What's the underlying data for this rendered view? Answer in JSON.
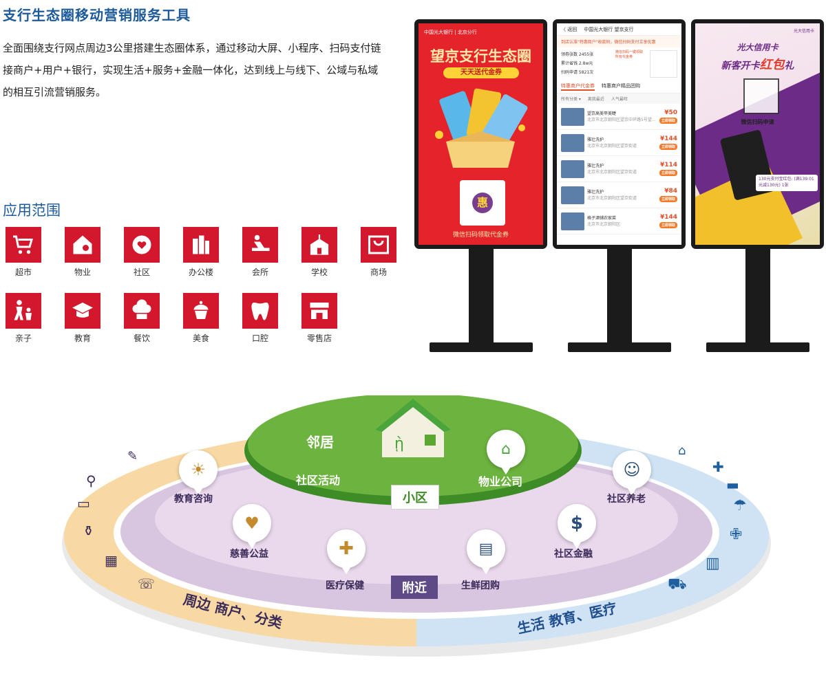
{
  "header": {
    "title": "支行生态圈移动营销服务工具",
    "intro": "全面围绕支行网点周边3公里搭建生态圈体系，通过移动大屏、小程序、扫码支付链接商户+用户+银行，实现生活+服务+金融一体化，达到线上与线下、公域与私域的相互引流营销服务。"
  },
  "applications": {
    "title": "应用范围",
    "items": [
      {
        "label": "超市",
        "icon": "cart-icon"
      },
      {
        "label": "物业",
        "icon": "property-icon"
      },
      {
        "label": "社区",
        "icon": "community-icon"
      },
      {
        "label": "办公楼",
        "icon": "office-icon"
      },
      {
        "label": "会所",
        "icon": "club-icon"
      },
      {
        "label": "学校",
        "icon": "school-icon"
      },
      {
        "label": "商场",
        "icon": "mall-icon"
      },
      {
        "label": "亲子",
        "icon": "family-icon"
      },
      {
        "label": "教育",
        "icon": "graduation-icon"
      },
      {
        "label": "餐饮",
        "icon": "chef-icon"
      },
      {
        "label": "美食",
        "icon": "cupcake-icon"
      },
      {
        "label": "口腔",
        "icon": "tooth-icon"
      },
      {
        "label": "零售店",
        "icon": "store-icon"
      }
    ]
  },
  "kiosks": {
    "k1": {
      "brand": "中国光大银行 | 北京分行",
      "headline": "望京支行生态圈",
      "sub": "天天送代金券",
      "qr_char": "惠",
      "footer": "微信扫码领取代金券"
    },
    "k2": {
      "back": "〈 返回",
      "brand": "中国光大银行 望京支行",
      "notice": "到店认准\"特惠商户\"收款码，微信扫码支付立享优惠",
      "stats": [
        "领券张数 2455张",
        "累计省钱 2.8w元",
        "扫码申请 5821次"
      ],
      "qr_note": "微信扫码一键领取所有代金券",
      "tabs": [
        "特惠商户代金券",
        "特惠商户精品团购"
      ],
      "filters": [
        "所有分类 ▾",
        "离我最近",
        "人气最旺"
      ],
      "rows": [
        {
          "name": "望京高美甲美睫",
          "addr": "北京市北京朝阳区望京中环路5号望...",
          "price": "¥50",
          "btn": "立即领取"
        },
        {
          "name": "雅壮洗护",
          "addr": "北京市北京朝阳区望京街道",
          "price": "¥144",
          "btn": "立即领取"
        },
        {
          "name": "雅壮洗护",
          "addr": "北京市北京朝阳区望京街道",
          "price": "¥114",
          "btn": "立即领取"
        },
        {
          "name": "雅壮洗护",
          "addr": "北京市北京朝阳区望京街道",
          "price": "¥84",
          "btn": "立即领取"
        },
        {
          "name": "格子酒铺农家菜",
          "addr": "北京市北京朝阳区",
          "price": "¥144",
          "btn": "立即领取"
        }
      ]
    },
    "k3": {
      "brand": "光大信用卡",
      "line1": "光大信用卡",
      "line2a": "新客开卡",
      "line2b": "红包",
      "line2c": "礼",
      "qr_label": "微信扫码申请",
      "promo": "130元支付宝红包: (满139.01元减130元) 1张"
    }
  },
  "ecosystem": {
    "center_tag": "小区",
    "near_tag": "附近",
    "inner": [
      "邻居",
      "社区活动",
      "物业公司"
    ],
    "middle": [
      "教育咨询",
      "社区养老",
      "慈善公益",
      "社区金融",
      "医疗保健",
      "生鲜团购"
    ],
    "ring_left": "周边 商户、分类",
    "ring_right": "生活 教育、医疗"
  },
  "colors": {
    "brand_blue": "#1d5a99",
    "icon_red": "#d3172c",
    "inner_green": "#5aa832",
    "mid_purple": "#d8c6e0",
    "ring_orange": "#f8d9a3",
    "ring_blue": "#cfe3f4"
  }
}
